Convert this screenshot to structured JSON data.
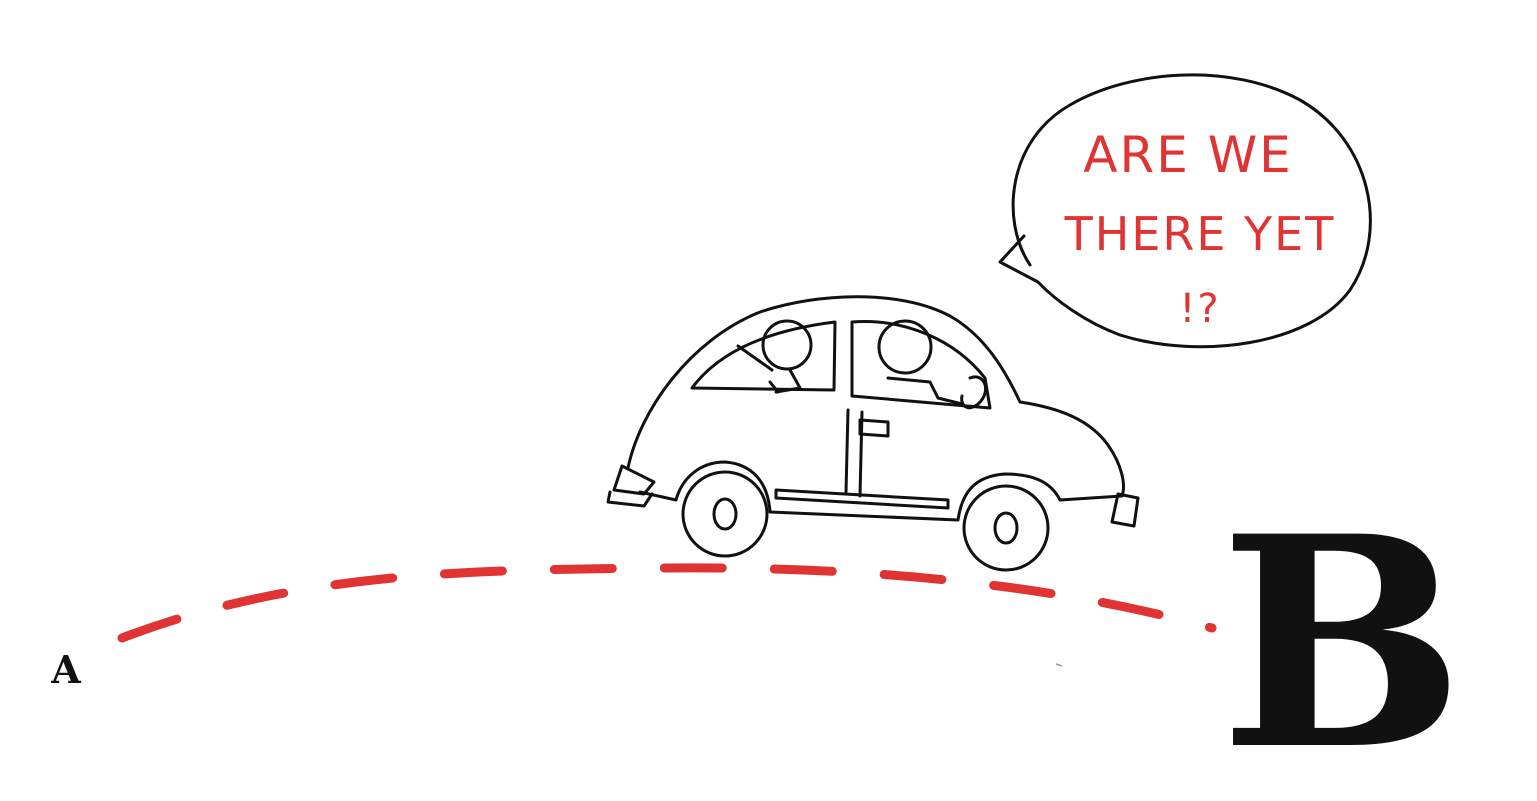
{
  "speech_bubble": {
    "line1": "ARE WE",
    "line2": "THERE YET",
    "line3": "!?"
  },
  "start_label": "A",
  "end_label": "B",
  "colors": {
    "ink": "#111111",
    "accent_red": "#e03434",
    "background": "#ffffff"
  },
  "icons": {
    "vehicle": "car-icon",
    "bubble": "speech-bubble-icon"
  }
}
